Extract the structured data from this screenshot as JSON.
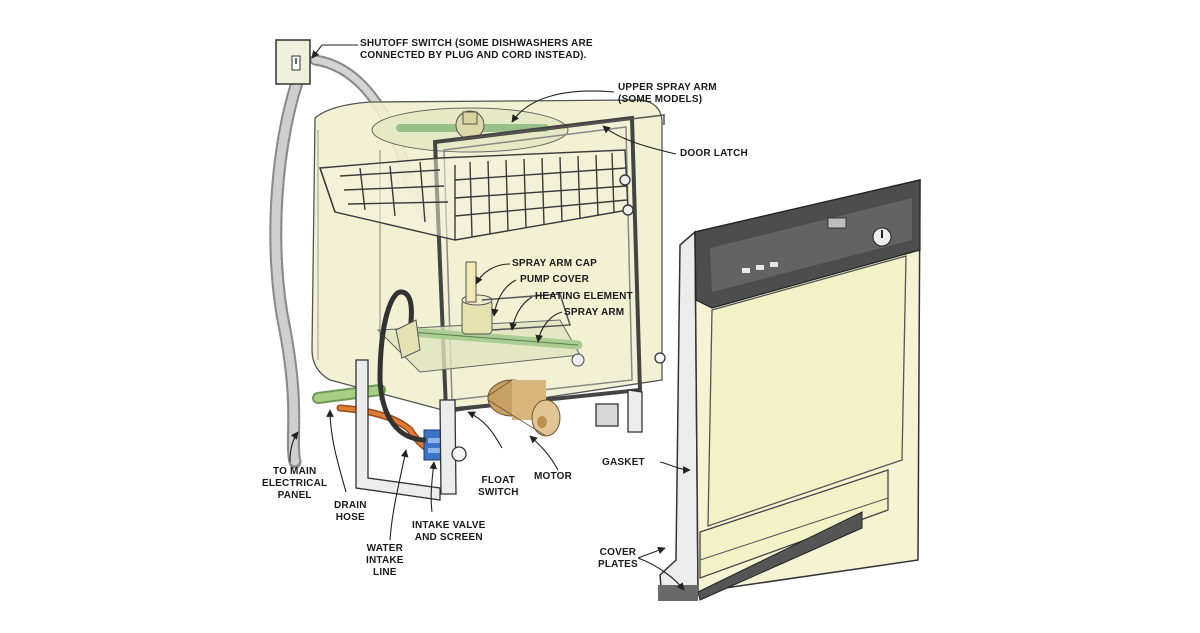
{
  "labels": {
    "shutoff_switch": [
      "SHUTOFF SWITCH (SOME DISHWASHERS ARE",
      "CONNECTED BY PLUG AND CORD INSTEAD)."
    ],
    "upper_spray_arm": [
      "UPPER SPRAY ARM",
      "(SOME MODELS)"
    ],
    "door_latch": [
      "DOOR LATCH"
    ],
    "spray_arm_cap": [
      "SPRAY ARM CAP"
    ],
    "pump_cover": [
      "PUMP COVER"
    ],
    "heating_element": [
      "HEATING ELEMENT"
    ],
    "spray_arm": [
      "SPRAY ARM"
    ],
    "gasket": [
      "GASKET"
    ],
    "motor": [
      "MOTOR"
    ],
    "float_switch": [
      "FLOAT",
      "SWITCH"
    ],
    "to_main_panel": [
      "TO MAIN",
      "ELECTRICAL",
      "PANEL"
    ],
    "drain_hose": [
      "DRAIN",
      "HOSE"
    ],
    "intake_valve": [
      "INTAKE VALVE",
      "AND SCREEN"
    ],
    "water_intake": [
      "WATER",
      "INTAKE",
      "LINE"
    ],
    "cover_plates": [
      "COVER",
      "PLATES"
    ]
  },
  "colors": {
    "tub_fill": "#f2f0cf",
    "door_panel": "#f3f1c6",
    "control_panel": "#4d4d4d",
    "motor": "#d9b77c",
    "drain_hose": "#a6cf84",
    "water_line": "#d8742f",
    "valve": "#3b74c6",
    "conduit": "#a8a8a8",
    "spray_arm_green": "#b9d7a4",
    "line": "#222222"
  }
}
